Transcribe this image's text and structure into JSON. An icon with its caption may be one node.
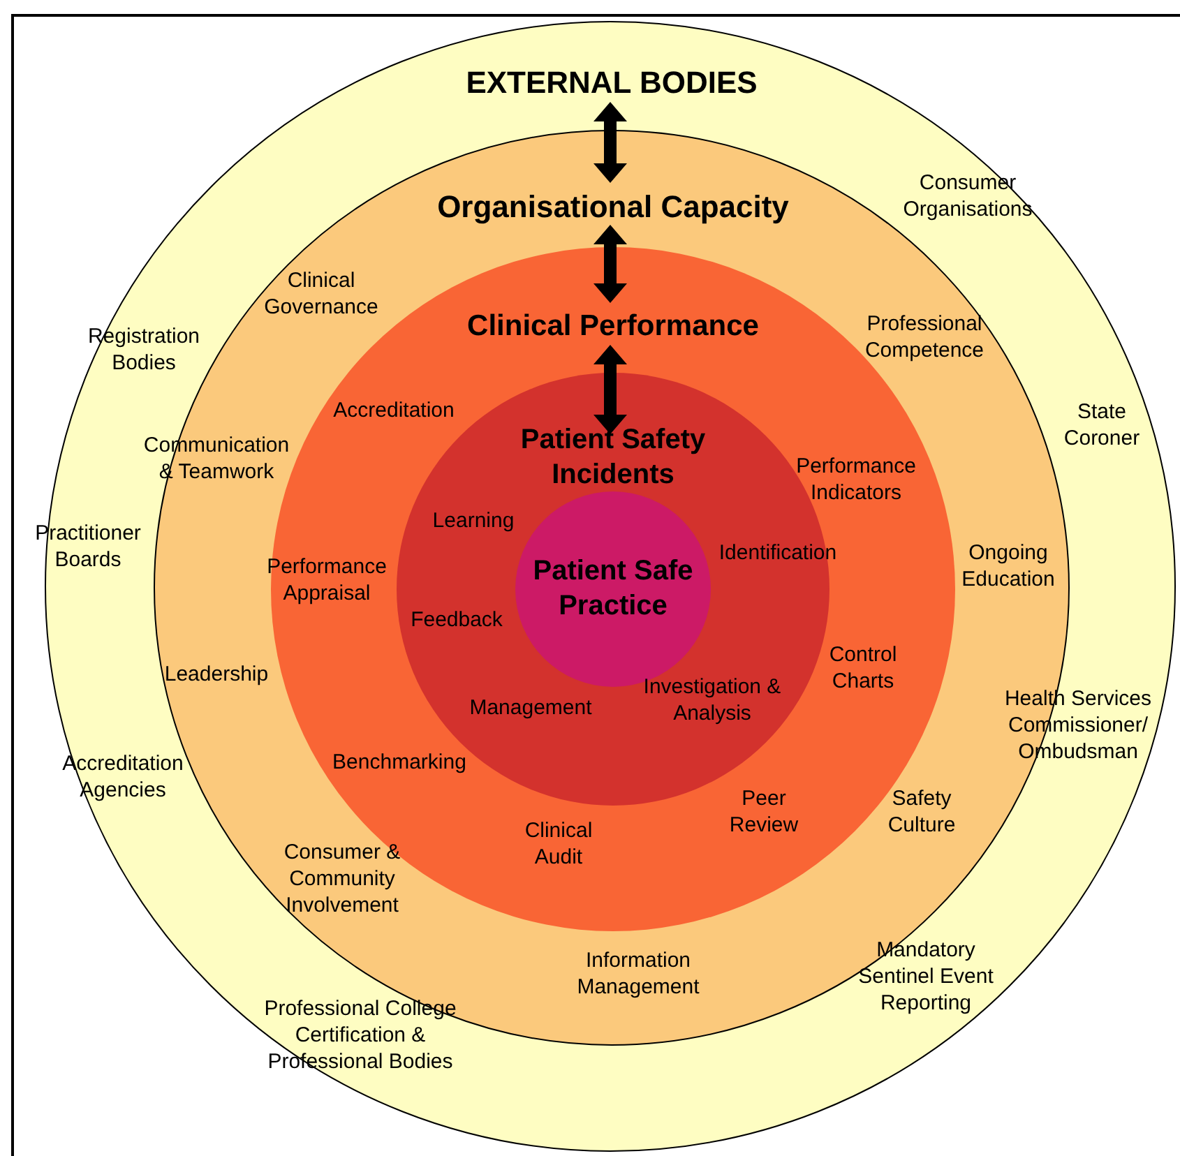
{
  "diagram": {
    "nodes": [
      {
        "text": [],
        "shape": "circle"
      },
      {
        "text": [
          "EXTERNAL BODIES"
        ],
        "in": 0
      },
      {
        "text": [],
        "shape": "circle",
        "in": 0
      },
      {
        "text": [
          "Organisational Capacity"
        ],
        "in": 2
      },
      {
        "text": [],
        "shape": "circle",
        "in": 2
      },
      {
        "text": [
          "Clinical Performance"
        ],
        "in": 4
      },
      {
        "text": [],
        "shape": "circle",
        "in": 4
      },
      {
        "text": [
          "Patient Safety Incidents"
        ],
        "in": 6
      },
      {
        "text": [
          "Patient Safe Practice"
        ],
        "in": 6
      }
    ],
    "edges": [
      {
        "from": 1,
        "to": 3,
        "arrow": "both"
      },
      {
        "from": 3,
        "to": 5,
        "arrow": "both"
      },
      {
        "from": 5,
        "to": 7,
        "arrow": "both"
      }
    ],
    "labels": [
      "Consumer Organisations",
      "Clinical Governance",
      "Professional Competence",
      "Registration Bodies",
      "Accreditation",
      "State Coroner",
      "Communication & Teamwork",
      "Performance Indicators",
      "Learning",
      "Practitioner Boards",
      "Identification",
      "Ongoing Education",
      "Performance Appraisal",
      "Feedback",
      "Control Charts",
      "Leadership",
      "Investigation & Analysis",
      "Management",
      "Health Services Commissioner/ Ombudsman",
      "Benchmarking",
      "Accreditation Agencies",
      "Peer Review",
      "Safety Culture",
      "Clinical Audit",
      "Consumer & Community Involvement",
      "Information Management",
      "Mandatory Sentinel Event Reporting",
      "Professional College Certification & Professional Bodies"
    ]
  }
}
